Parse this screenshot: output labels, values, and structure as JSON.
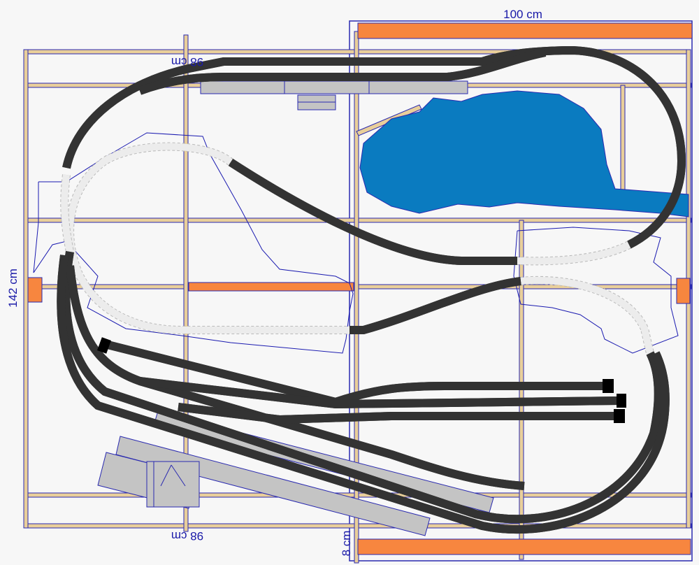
{
  "dimensions": {
    "top_width": "100 cm",
    "left_height": "142 cm",
    "inner_width_top": "98 cm",
    "inner_width_bottom": "98 cm",
    "bottom_depth": "8 cm"
  },
  "colors": {
    "frame": "#e9cf9a",
    "outline": "#2a2ab0",
    "support": "#f7863f",
    "water": "#0a7bc0",
    "track": "#c4c4c4"
  }
}
